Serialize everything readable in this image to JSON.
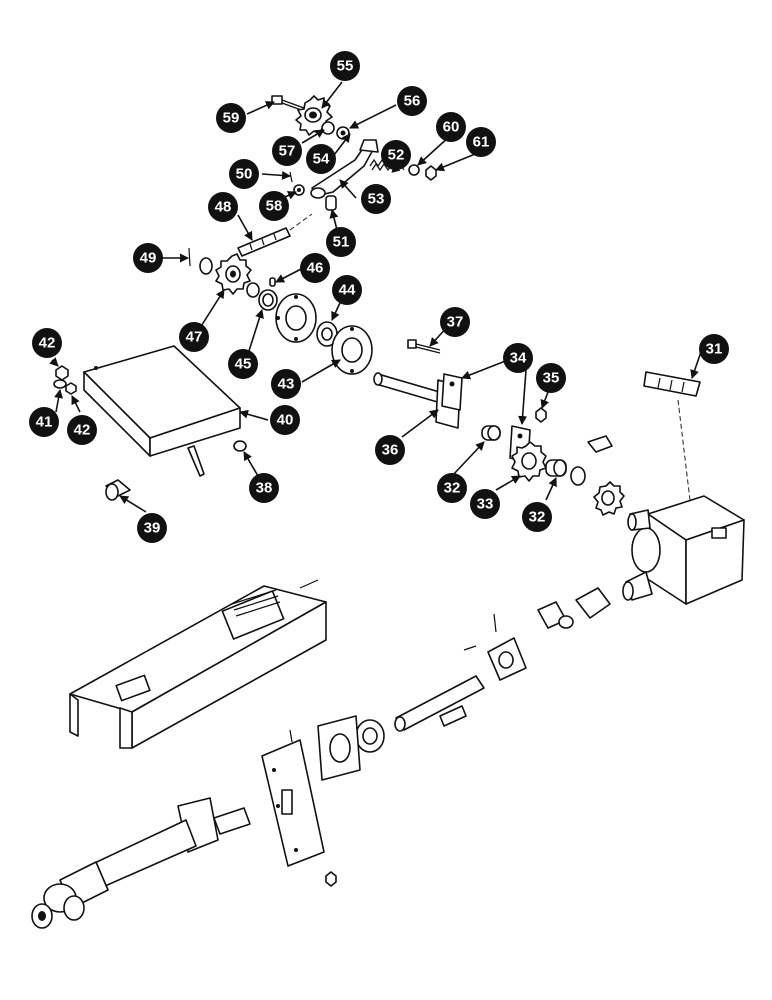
{
  "callouts": [
    {
      "label": "55"
    },
    {
      "label": "56"
    },
    {
      "label": "59"
    },
    {
      "label": "57"
    },
    {
      "label": "54"
    },
    {
      "label": "60"
    },
    {
      "label": "61"
    },
    {
      "label": "52"
    },
    {
      "label": "50"
    },
    {
      "label": "58"
    },
    {
      "label": "53"
    },
    {
      "label": "48"
    },
    {
      "label": "51"
    },
    {
      "label": "49"
    },
    {
      "label": "46"
    },
    {
      "label": "47"
    },
    {
      "label": "44"
    },
    {
      "label": "45"
    },
    {
      "label": "43"
    },
    {
      "label": "37"
    },
    {
      "label": "42"
    },
    {
      "label": "41"
    },
    {
      "label": "42"
    },
    {
      "label": "40"
    },
    {
      "label": "34"
    },
    {
      "label": "31"
    },
    {
      "label": "35"
    },
    {
      "label": "36"
    },
    {
      "label": "38"
    },
    {
      "label": "32"
    },
    {
      "label": "33"
    },
    {
      "label": "32"
    },
    {
      "label": "39"
    }
  ]
}
